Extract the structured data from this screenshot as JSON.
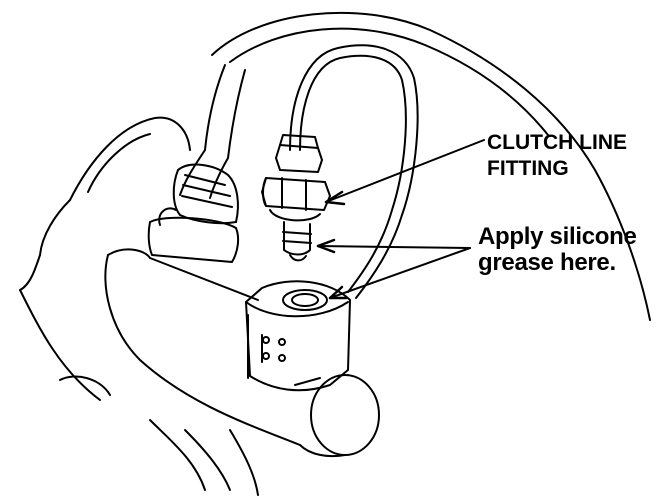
{
  "labels": {
    "fitting": {
      "line1": "CLUTCH LINE",
      "line2": "FITTING"
    },
    "grease": {
      "line1": "Apply silicone",
      "line2": "grease here."
    }
  },
  "colors": {
    "ink": "#000000",
    "paper": "#ffffff"
  }
}
